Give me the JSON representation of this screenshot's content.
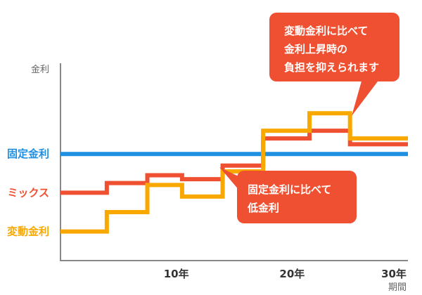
{
  "colors": {
    "fixed": "#1E8FE1",
    "mixed": "#EF5031",
    "variable": "#F9A800",
    "callout": "#EF5031",
    "axis": "#888888"
  },
  "chart_data": {
    "type": "line",
    "line_shape": "step",
    "xlabel": "期間",
    "ylabel": "金利",
    "xlim": [
      0,
      30
    ],
    "xticks": [
      {
        "value": 10,
        "label": "10年"
      },
      {
        "value": 20,
        "label": "20年"
      },
      {
        "value": 30,
        "label": "30年"
      }
    ],
    "ylim": [
      0,
      10
    ],
    "y_numeric_labels": false,
    "grid": false,
    "series": [
      {
        "name": "固定金利",
        "key": "fixed",
        "x": [
          0,
          30
        ],
        "y": [
          5.5,
          5.5
        ]
      },
      {
        "name": "ミックス",
        "key": "mixed",
        "x": [
          0,
          4,
          7.5,
          10.5,
          14,
          17.5,
          21.5,
          25,
          30
        ],
        "y": [
          3.5,
          4.0,
          4.4,
          4.2,
          4.9,
          6.3,
          6.7,
          6.0,
          6.0
        ]
      },
      {
        "name": "変動金利",
        "key": "variable",
        "x": [
          0,
          4,
          7.5,
          10.5,
          14,
          17.5,
          21.5,
          25,
          30
        ],
        "y": [
          1.5,
          2.5,
          3.9,
          3.3,
          4.6,
          6.7,
          7.6,
          6.3,
          6.3
        ]
      }
    ],
    "annotations": [
      {
        "key": "upper",
        "lines": [
          "変動金利に比べて",
          "金利上昇時の",
          "負担を抑えられます"
        ]
      },
      {
        "key": "lower",
        "lines": [
          "固定金利に比べて",
          "低金利"
        ]
      }
    ]
  }
}
